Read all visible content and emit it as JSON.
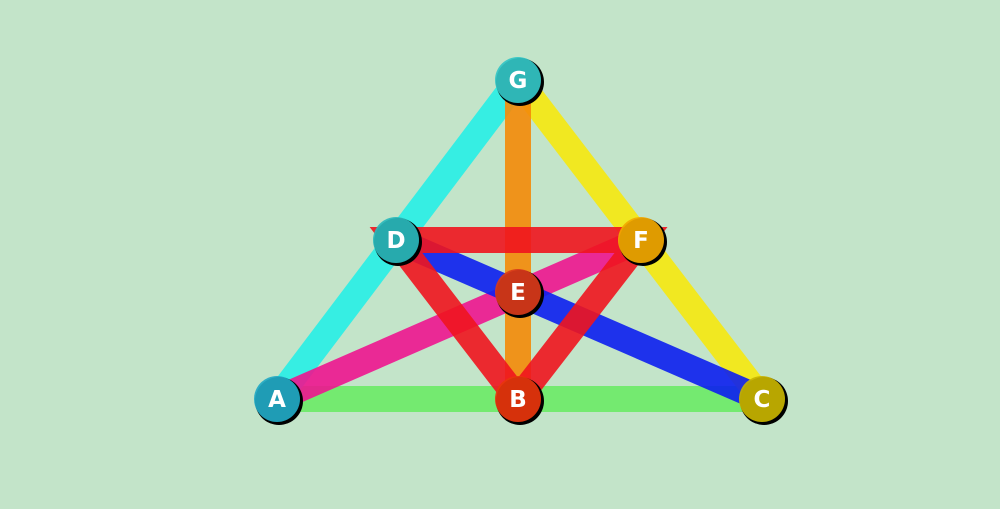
{
  "background_color": "#c3e4c9",
  "nodes": [
    {
      "id": "G",
      "label": "G",
      "color": "#33c6c6"
    },
    {
      "id": "D",
      "label": "D",
      "color": "#2ab8bc"
    },
    {
      "id": "F",
      "label": "F",
      "color": "#f2a800"
    },
    {
      "id": "E",
      "label": "E",
      "color": "#d93a1a"
    },
    {
      "id": "A",
      "label": "A",
      "color": "#22a9c4"
    },
    {
      "id": "B",
      "label": "B",
      "color": "#e8350c"
    },
    {
      "id": "C",
      "label": "C",
      "color": "#c8b400"
    }
  ],
  "lines": [
    {
      "name": "line-a-b-c",
      "points": [
        "A",
        "B",
        "C"
      ],
      "color": "#6cea66"
    },
    {
      "name": "line-a-d-g",
      "points": [
        "A",
        "D",
        "G"
      ],
      "color": "#27eee6"
    },
    {
      "name": "line-c-f-g",
      "points": [
        "C",
        "F",
        "G"
      ],
      "color": "#f6e80e"
    },
    {
      "name": "line-a-e-f",
      "points": [
        "A",
        "E",
        "F"
      ],
      "color": "#ee148f"
    },
    {
      "name": "line-d-e-c",
      "points": [
        "D",
        "E",
        "C"
      ],
      "color": "#0c1ef0"
    },
    {
      "name": "line-g-e-b",
      "points": [
        "G",
        "E",
        "B"
      ],
      "color": "#f48a08"
    },
    {
      "name": "circle-d-f-b",
      "points": [
        "D",
        "F",
        "B"
      ],
      "color": "#f0141e",
      "closed": true
    }
  ]
}
